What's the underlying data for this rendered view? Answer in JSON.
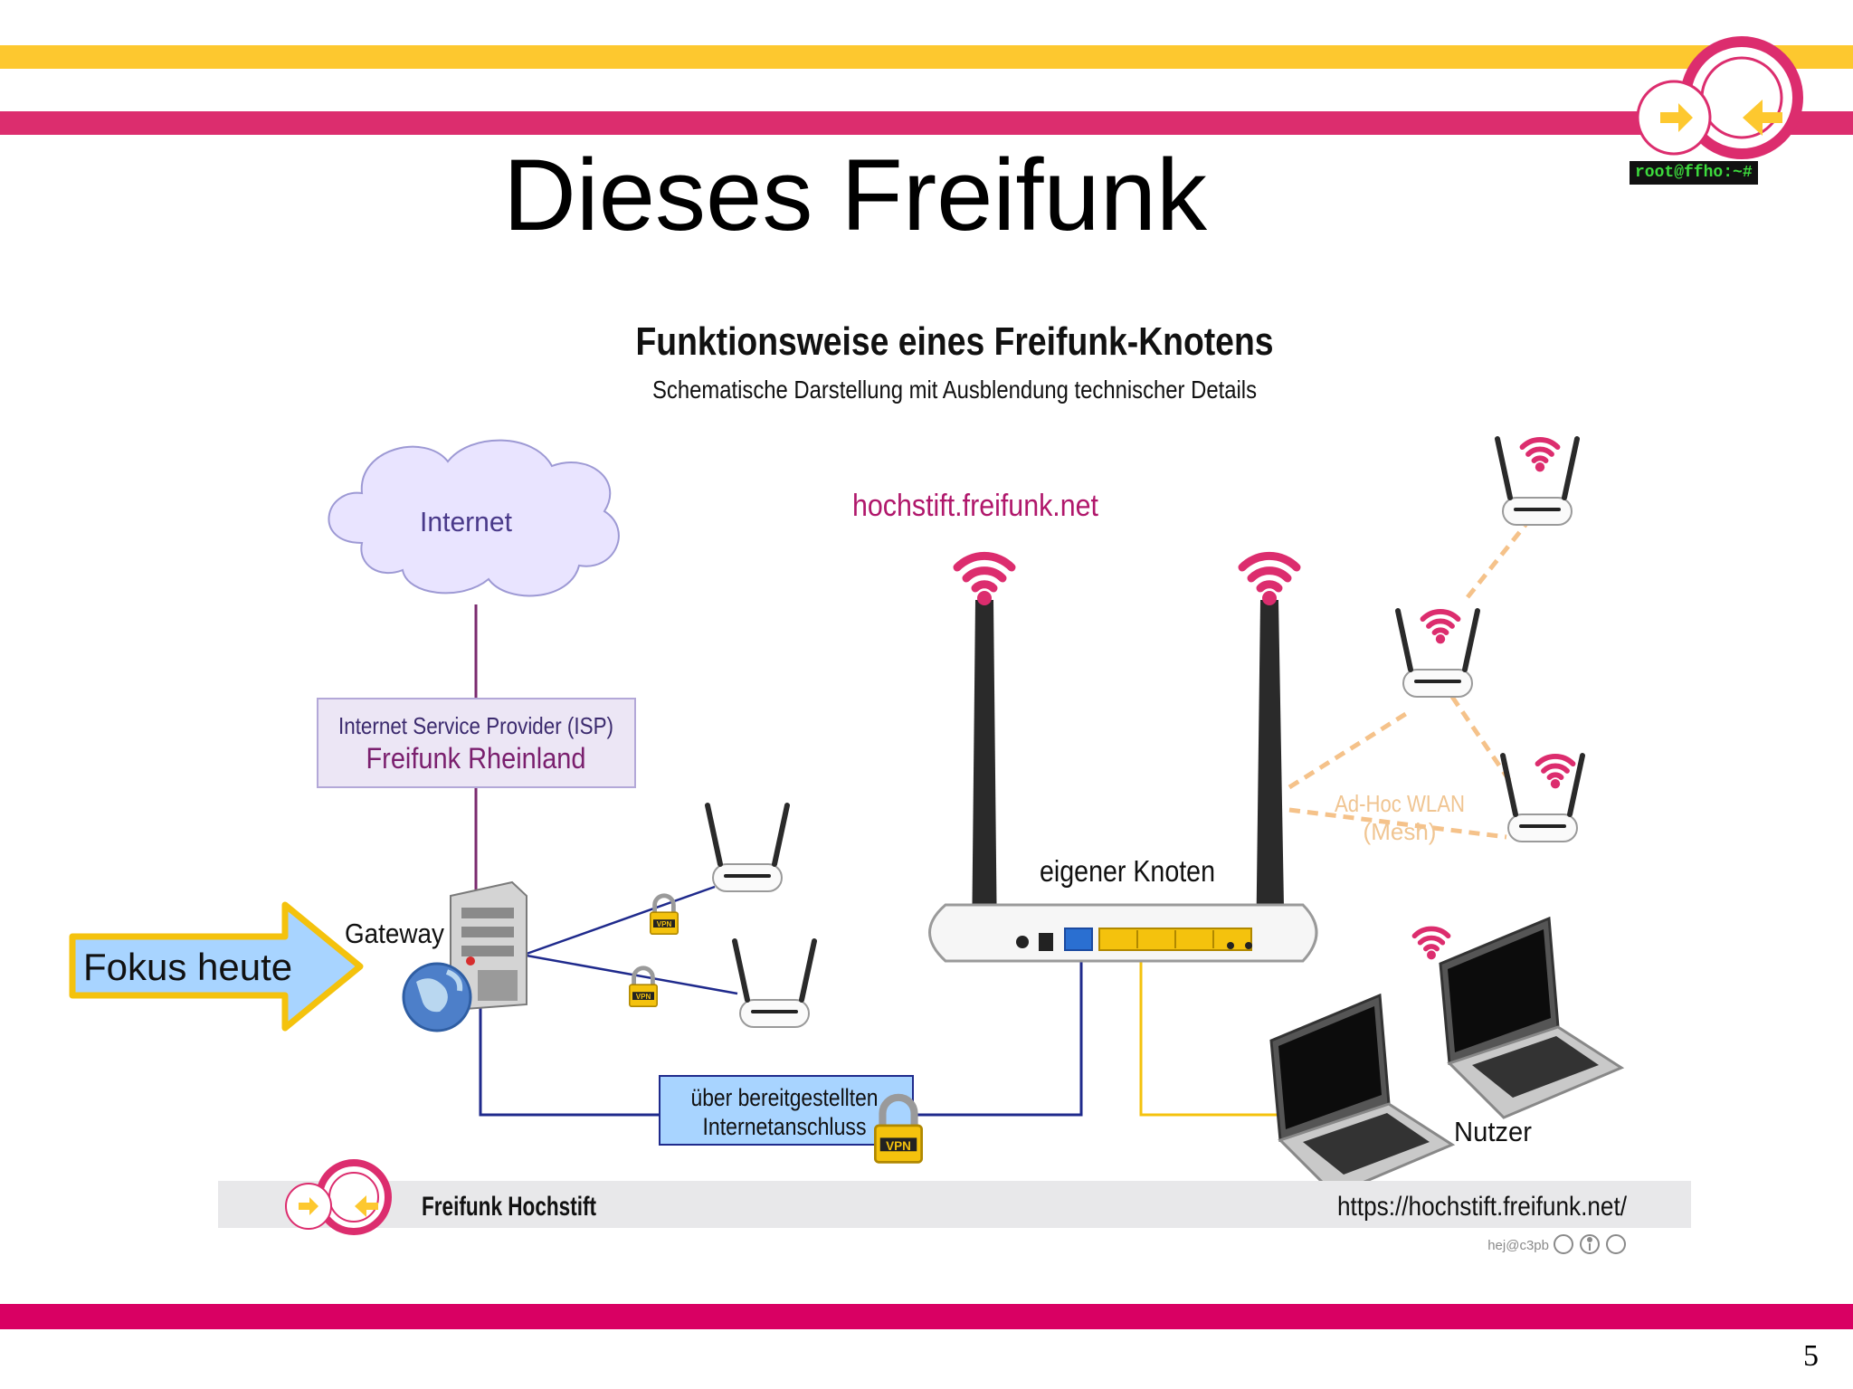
{
  "slide": {
    "title": "Dieses Freifunk",
    "page_number": "5",
    "prompt": "root@ffho:~#"
  },
  "diagram": {
    "title": "Funktionsweise eines Freifunk-Knotens",
    "subtitle": "Schematische Darstellung mit Ausblendung technischer Details",
    "internet": "Internet",
    "isp_line1": "Internet Service Provider (ISP)",
    "isp_line2": "Freifunk Rheinland",
    "gateway": "Gateway",
    "focus": "Fokus heute",
    "ssid": "hochstift.freifunk.net",
    "own_node": "eigener Knoten",
    "mesh_line1": "Ad-Hoc WLAN",
    "mesh_line2": "(Mesh)",
    "uplink_line1": "über bereitgestellten",
    "uplink_line2": "Internetanschluss",
    "users": "Nutzer",
    "vpn": "VPN",
    "footer_brand": "Freifunk Hochstift",
    "footer_url": "https://hochstift.freifunk.net/",
    "credit": "hej@c3pb"
  },
  "colors": {
    "magenta": "#dc2d6e",
    "yellow": "#fdc82f",
    "cable_blue": "#1f2a8c",
    "purple_link": "#7a2a6e",
    "mesh_orange": "#f5c28a"
  }
}
